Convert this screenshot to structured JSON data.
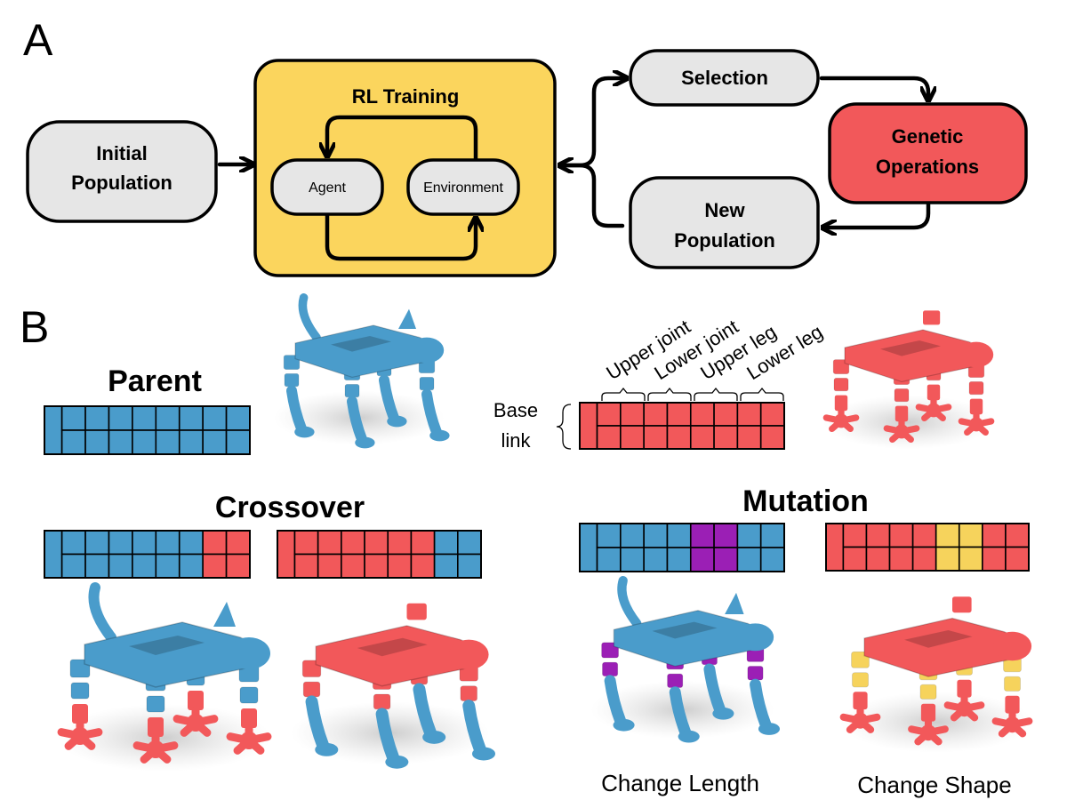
{
  "panel_a": {
    "letter": "A",
    "initial_population": [
      "Initial",
      "Population"
    ],
    "rl_training": "RL Training",
    "agent": "Agent",
    "environment": "Environment",
    "selection": "Selection",
    "genetic_operations": [
      "Genetic",
      "Operations"
    ],
    "new_population": [
      "New",
      "Population"
    ]
  },
  "panel_b": {
    "letter": "B",
    "parent_title": "Parent",
    "crossover_title": "Crossover",
    "mutation_title": "Mutation",
    "base_link": [
      "Base",
      "link"
    ],
    "segment_labels": [
      "Upper joint",
      "Lower joint",
      "Upper leg",
      "Lower leg"
    ],
    "change_length": "Change Length",
    "change_shape": "Change Shape"
  },
  "colors": {
    "blue": "#4a9ccb",
    "red": "#f2585a",
    "purple": "#9b1fb5",
    "yellow": "#f6d35c",
    "node_gray": "#e6e6e6",
    "rl_yellow": "#fbd55d",
    "genetic_red": "#f2585a"
  },
  "genomes": {
    "parent": [
      "B",
      "B",
      "B",
      "B",
      "B",
      "B",
      "B",
      "B",
      "B"
    ],
    "reference": [
      "R",
      "R",
      "R",
      "R",
      "R",
      "R",
      "R",
      "R",
      "R"
    ],
    "crossover_1": [
      "B",
      "B",
      "B",
      "B",
      "B",
      "B",
      "B",
      "R",
      "R"
    ],
    "crossover_2": [
      "R",
      "R",
      "R",
      "R",
      "R",
      "R",
      "R",
      "B",
      "B"
    ],
    "mutation_length": [
      "B",
      "B",
      "B",
      "B",
      "B",
      "P",
      "P",
      "B",
      "B"
    ],
    "mutation_shape": [
      "R",
      "R",
      "R",
      "R",
      "R",
      "Y",
      "Y",
      "R",
      "R"
    ]
  },
  "robot_icons": [
    "parent-robot-icon",
    "reference-robot-icon",
    "crossover-robot-icon-1",
    "crossover-robot-icon-2",
    "mutation-length-robot-icon",
    "mutation-shape-robot-icon"
  ]
}
